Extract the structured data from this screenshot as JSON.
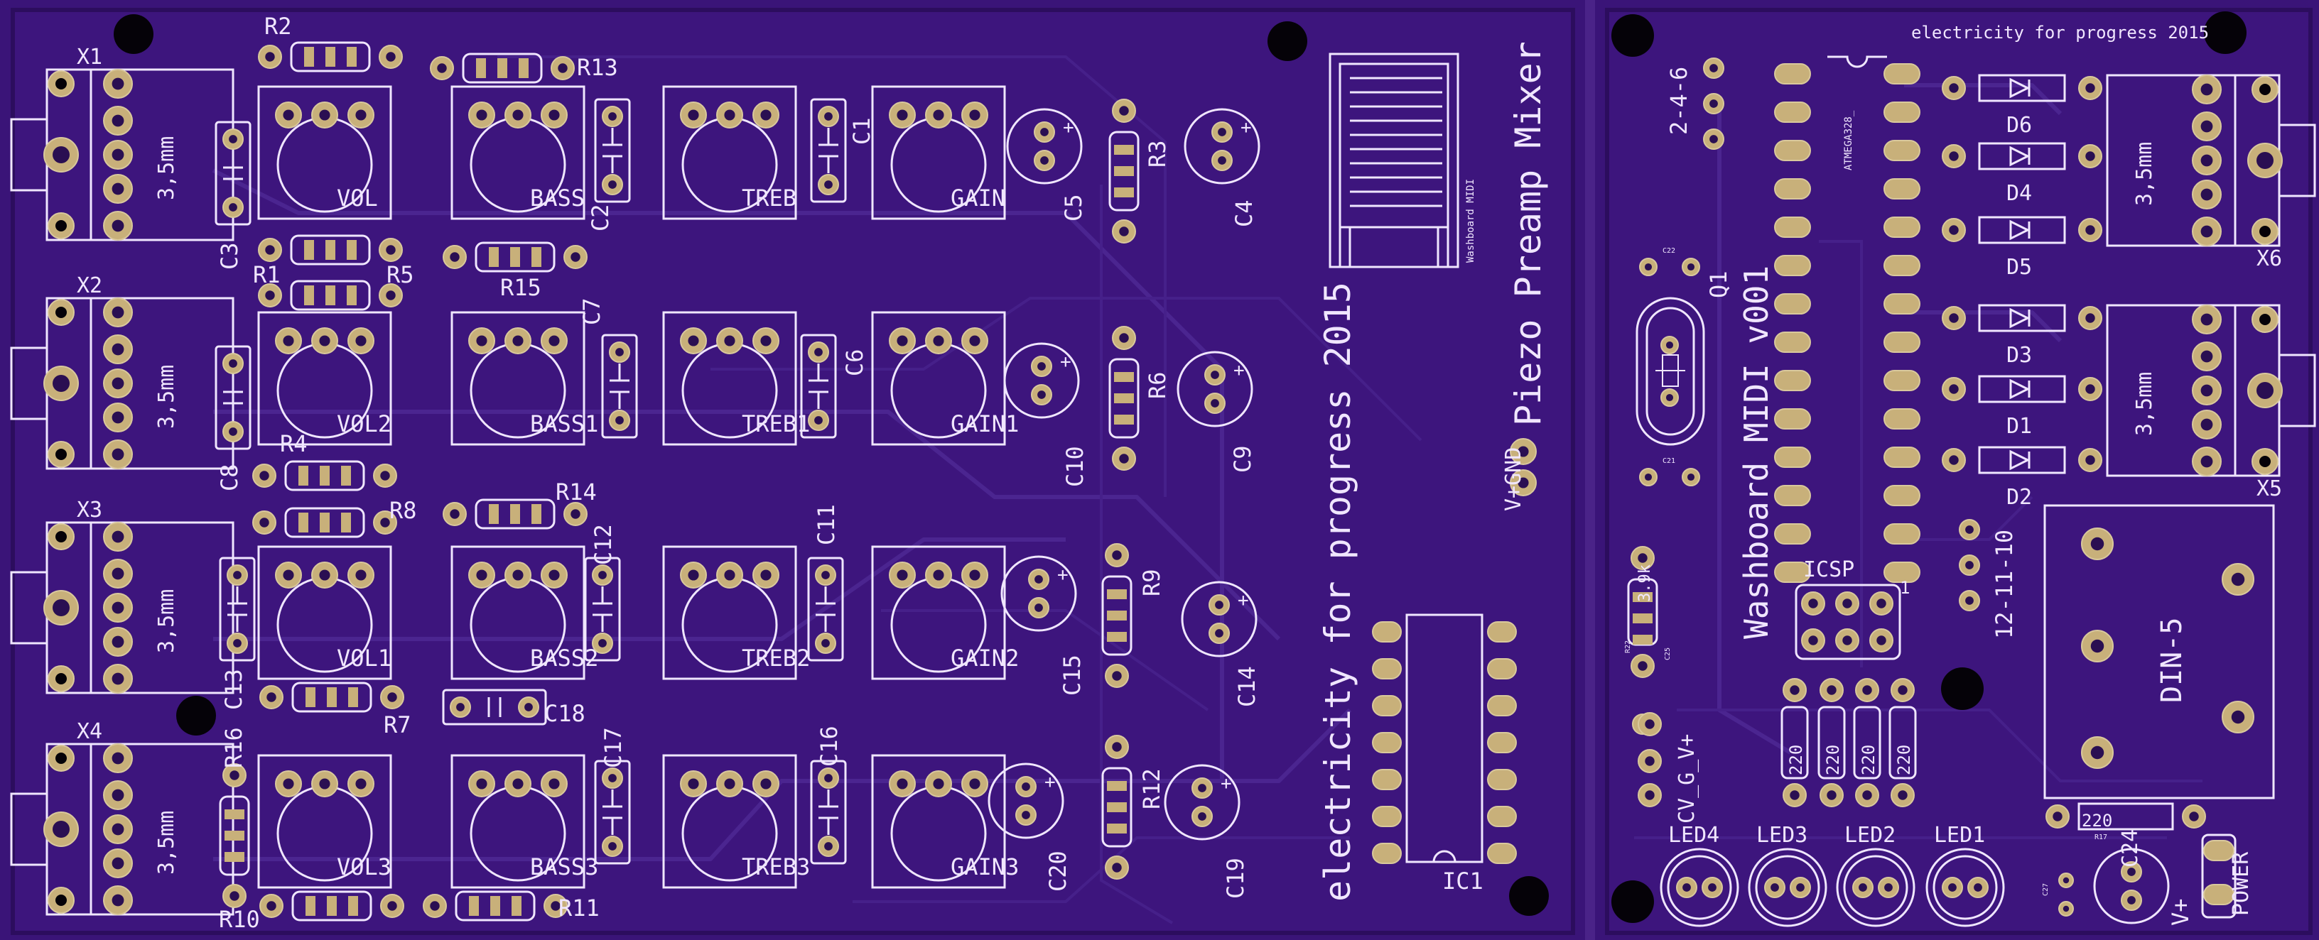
{
  "board": {
    "colors": {
      "substrate": "#3a1478",
      "silkscreen": "#f0e6ff",
      "copper": "#c8b07a",
      "trace": "#4b2590",
      "hole": "#050208"
    },
    "left_title": "electricity for progress 2015",
    "left_subtitle": "Piezo Preamp Mixer",
    "logo_caption": "Washboard MIDI",
    "right_header": "electricity for progress 2015",
    "right_title": "Washboard MIDI v001"
  },
  "left": {
    "jacks": [
      {
        "id": "X1",
        "label": "3,5mm"
      },
      {
        "id": "X2",
        "label": "3,5mm"
      },
      {
        "id": "X3",
        "label": "3,5mm"
      },
      {
        "id": "X4",
        "label": "3,5mm"
      }
    ],
    "pots": [
      [
        "VOL",
        "BASS",
        "TREB",
        "GAIN"
      ],
      [
        "VOL2",
        "BASS1",
        "TREB1",
        "GAIN1"
      ],
      [
        "VOL1",
        "BASS2",
        "TREB2",
        "GAIN2"
      ],
      [
        "VOL3",
        "BASS3",
        "TREB3",
        "GAIN3"
      ]
    ],
    "resistors": [
      "R2",
      "R13",
      "R1",
      "R5",
      "R15",
      "R4",
      "R8",
      "R14",
      "R7",
      "R16",
      "R10",
      "R11",
      "R3",
      "R6",
      "R9",
      "R12"
    ],
    "capacitors": [
      "C3",
      "C2",
      "C1",
      "C5",
      "C4",
      "C8",
      "C7",
      "C6",
      "C10",
      "C9",
      "C13",
      "C12",
      "C11",
      "C15",
      "C14",
      "C18",
      "C17",
      "C16",
      "C20",
      "C19"
    ],
    "ic": "IC1",
    "power_label": "V+GND"
  },
  "right": {
    "mcu": "ATMEGA328_",
    "crystal": "Q1",
    "header_246": "2-4-6",
    "header_121110": "12-11-10",
    "icsp": "ICSP",
    "icsp_pin": "1",
    "cv_label": "CV_G_V+",
    "resistor_value": "3.9k",
    "resistor_220": [
      "220",
      "220",
      "220",
      "220"
    ],
    "r17_value": "220",
    "diodes": [
      "D6",
      "D4",
      "D5",
      "D3",
      "D1",
      "D2"
    ],
    "jacks": [
      {
        "id": "X6",
        "label": "3,5mm"
      },
      {
        "id": "X5",
        "label": "3,5mm"
      }
    ],
    "din": "DIN-5",
    "leds": [
      "LED4",
      "LED3",
      "LED2",
      "LED1"
    ],
    "c24": "C24",
    "power": "POWER",
    "vplus": "V+",
    "small": {
      "c22": "C22",
      "c21": "C21",
      "r22": "R22",
      "c25": "C25",
      "c27": "C27",
      "r17": "R17"
    }
  }
}
